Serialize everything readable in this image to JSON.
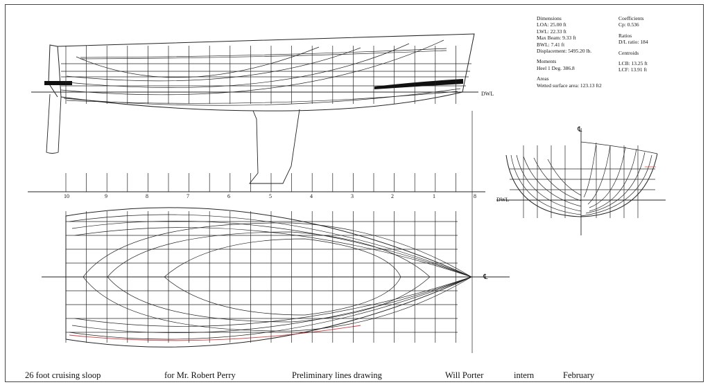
{
  "specs": {
    "dimensions": {
      "heading": "Dimensions",
      "lines": [
        "LOA: 25.00 ft",
        "LWL: 22.33 ft",
        "Max Beam: 9.33 ft",
        "BWL: 7.41 ft",
        "Displacement: 5495.20 lb."
      ]
    },
    "moments": {
      "heading": "Moments",
      "lines": [
        "Heel 1 Deg. 386.8"
      ]
    },
    "areas": {
      "heading": "Areas",
      "lines": [
        "Wetted surface area: 123.13 ft2"
      ]
    },
    "coefficients": {
      "heading": "Coefficients",
      "lines": [
        "Cp: 0.536"
      ]
    },
    "ratios": {
      "heading": "Ratios",
      "lines": [
        "D/L ratio: 184"
      ]
    },
    "centroids": {
      "heading": "Centroids",
      "lines": [
        "LCB: 13.25 ft",
        "LCF: 13.91 ft"
      ]
    }
  },
  "labels": {
    "dwl_profile": "DWL",
    "dwl_body": "DWL",
    "centerline_body": "℄",
    "centerline_plan": "℄"
  },
  "stations": [
    "10",
    "9",
    "8",
    "7",
    "6",
    "5",
    "4",
    "3",
    "2",
    "1",
    "8"
  ],
  "title_block": {
    "description": "26 foot cruising sloop",
    "client": "for Mr. Robert Perry",
    "drawing_type": "Preliminary lines drawing",
    "author": "Will Porter",
    "role": "intern",
    "date": "February"
  },
  "colors": {
    "line": "#222222",
    "accent": "#d23c3c"
  }
}
